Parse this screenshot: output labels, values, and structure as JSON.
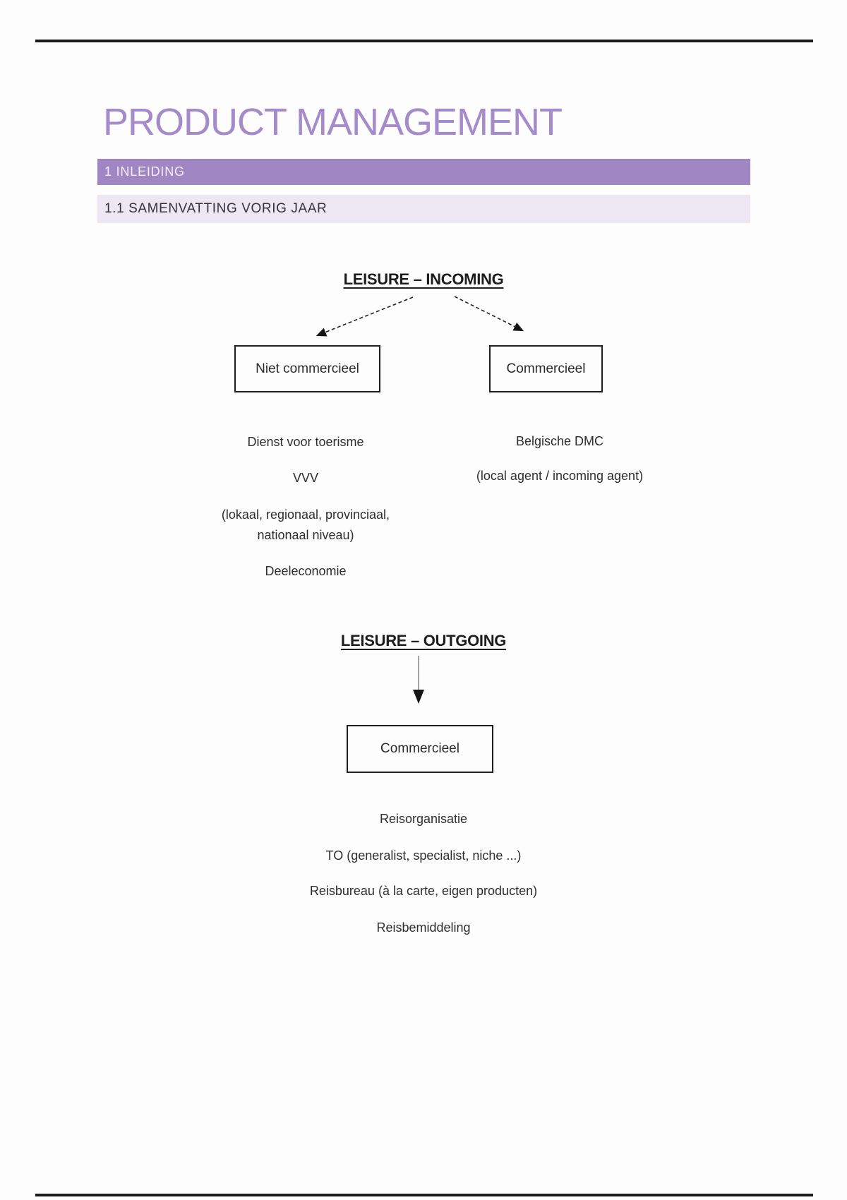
{
  "document": {
    "title": "PRODUCT MANAGEMENT",
    "section": "1 INLEIDING",
    "subsection": "1.1 SAMENVATTING VORIG JAAR"
  },
  "incoming": {
    "heading": "LEISURE – INCOMING",
    "branch_left": {
      "box_label": "Niet commercieel",
      "items": [
        "Dienst voor toerisme",
        "VVV",
        "(lokaal, regionaal, provinciaal,\nnationaal niveau)",
        "Deeleconomie"
      ]
    },
    "branch_right": {
      "box_label": "Commercieel",
      "items": [
        "Belgische DMC",
        "(local agent / incoming agent)"
      ]
    }
  },
  "outgoing": {
    "heading": "LEISURE – OUTGOING",
    "box_label": "Commercieel",
    "items": [
      "Reisorganisatie",
      "TO (generalist, specialist, niche ...)",
      "Reisbureau (à la carte, eigen producten)",
      "Reisbemiddeling"
    ]
  },
  "colors": {
    "title-color": "#a58bca",
    "section-bg": "#a087c4",
    "section-text": "#f3eef9",
    "subsection-bg": "#ece7f2",
    "subsection-text": "#37323c",
    "body-text": "#2e2e2e",
    "line-color": "#1b1b1b"
  }
}
